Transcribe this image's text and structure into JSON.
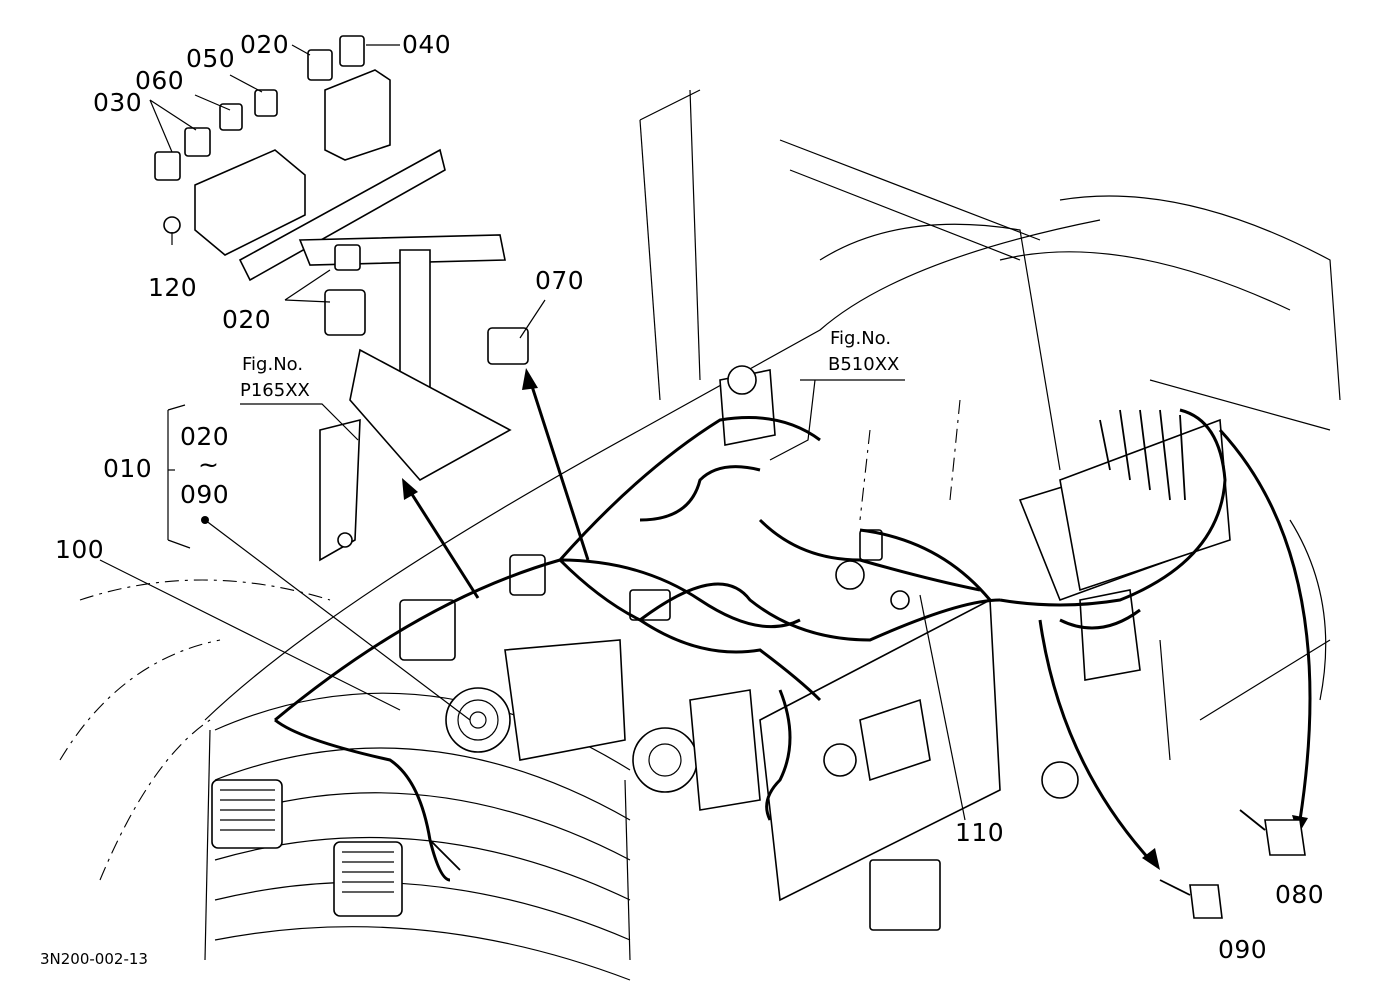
{
  "figure_code": "3N200-002-13",
  "callouts": {
    "c010": "010",
    "c020_top": "020",
    "c020_mid": "020",
    "c020_range_start": "020",
    "c020_range_end": "090",
    "c030": "030",
    "c040": "040",
    "c050": "050",
    "c060": "060",
    "c070": "070",
    "c080": "080",
    "c090": "090",
    "c100": "100",
    "c110": "110",
    "c120": "120",
    "range_tilde": "~"
  },
  "references": {
    "p165_label": "Fig.No.",
    "p165_code": "P165XX",
    "b510_label": "Fig.No.",
    "b510_code": "B510XX"
  }
}
